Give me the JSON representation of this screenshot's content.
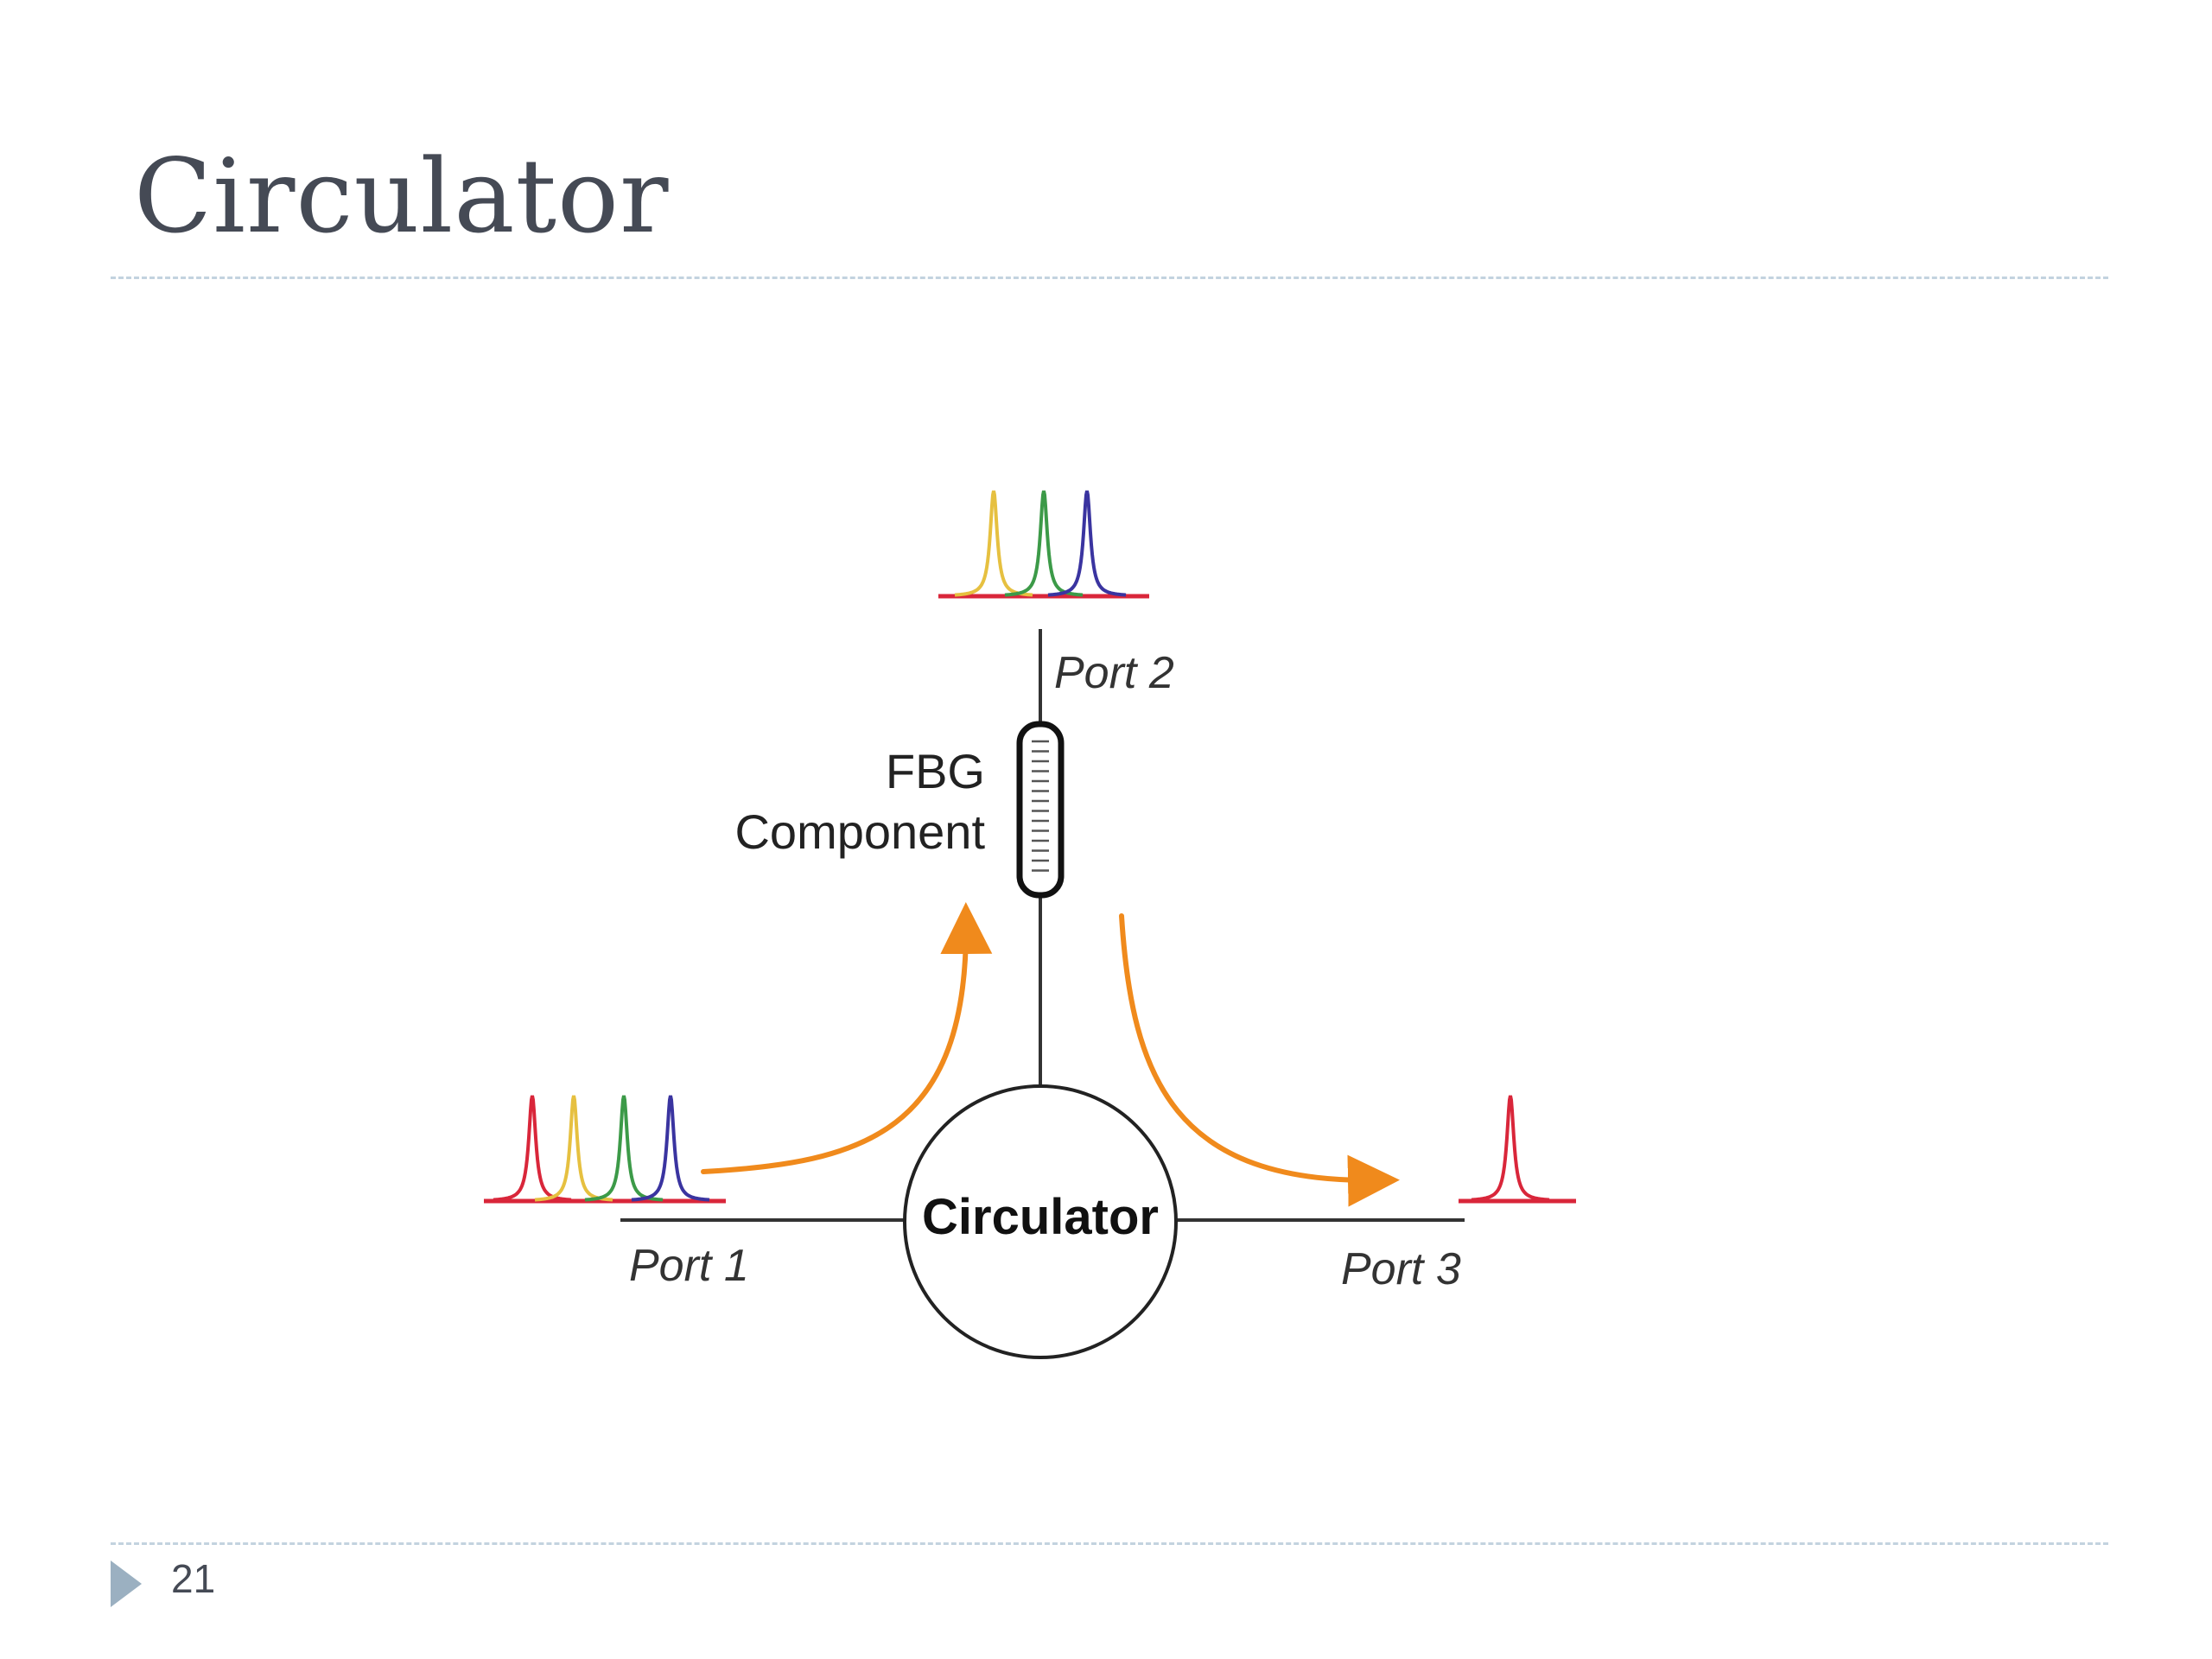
{
  "slide": {
    "title": "Circulator",
    "page_number": "21"
  },
  "diagram": {
    "center_label": "Circulator",
    "port1_label": "Port 1",
    "port2_label": "Port 2",
    "port3_label": "Port 3",
    "fbg_label_line1": "FBG",
    "fbg_label_line2": "Component"
  },
  "colors": {
    "arrow": "#f08a1c",
    "peak_red": "#d9263a",
    "peak_yellow": "#e6c040",
    "peak_green": "#3c9a48",
    "peak_blue": "#3a34a0",
    "line": "#333333",
    "rule": "#c3d3df",
    "marker": "#9bb0c1"
  },
  "spectra": {
    "input_peaks": [
      "peak_red",
      "peak_yellow",
      "peak_green",
      "peak_blue"
    ],
    "reflected_peaks": [
      "peak_yellow",
      "peak_green",
      "peak_blue"
    ],
    "output_peaks": [
      "peak_red"
    ]
  }
}
